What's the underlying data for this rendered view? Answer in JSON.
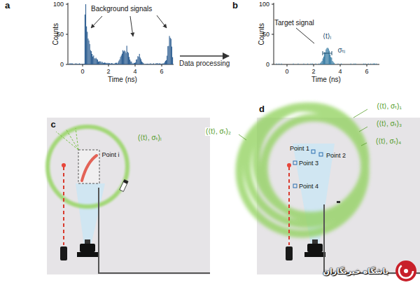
{
  "diagram": {
    "nodes": [
      {
        "text": [
          "a",
          "Background signals"
        ]
      },
      {
        "text": [
          "b",
          "Target signal"
        ]
      }
    ],
    "edges": [
      {
        "from": 0,
        "to": 1,
        "arrow": "to",
        "label": "Data processing"
      }
    ],
    "labels": [
      "Counts",
      "100",
      "50",
      "0",
      "0",
      "2",
      "4",
      "6",
      "Time (ns)",
      "Counts",
      "100",
      "50",
      "0",
      "0",
      "2",
      "4",
      "6",
      "Time (ns)",
      "⟨t⟩ᵢ",
      "σₜᵢ",
      "c",
      "(⟨t⟩, σₜ)ᵢ",
      "Point i",
      "d",
      "(⟨t⟩, σₜ)₁",
      "(⟨t⟩, σₜ)₂",
      "(⟨t⟩, σₜ)₃",
      "(⟨t⟩, σₜ)₄",
      "Point 1",
      "Point 2",
      "Point 3",
      "Point 4",
      "باشگاه خبرنگاران"
    ]
  }
}
